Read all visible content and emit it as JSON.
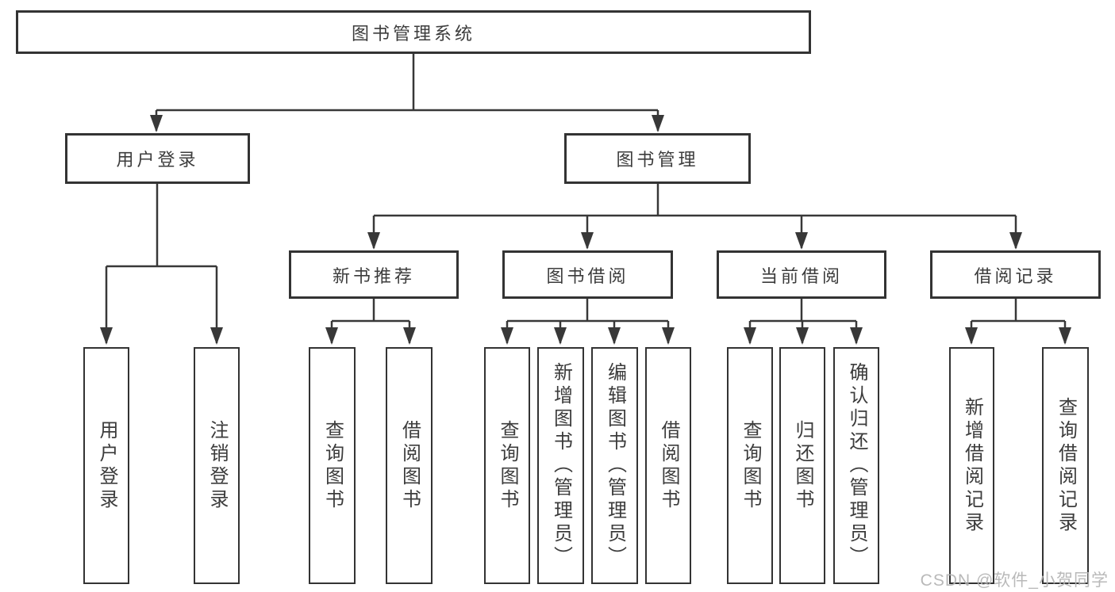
{
  "diagram": {
    "root": {
      "label": "图书管理系统"
    },
    "level2": [
      {
        "label": "用户登录"
      },
      {
        "label": "图书管理"
      }
    ],
    "level3": [
      {
        "label": "新书推荐"
      },
      {
        "label": "图书借阅"
      },
      {
        "label": "当前借阅"
      },
      {
        "label": "借阅记录"
      }
    ],
    "leaves": {
      "user_login": [
        "用户登录",
        "注销登录"
      ],
      "new_book_recommend": [
        "查询图书",
        "借阅图书"
      ],
      "book_borrow": [
        "查询图书",
        "新增图书（管理员）",
        "编辑图书（管理员）",
        "借阅图书"
      ],
      "current_borrow": [
        "查询图书",
        "归还图书",
        "确认归还（管理员）"
      ],
      "borrow_records": [
        "新增借阅记录",
        "查询借阅记录"
      ]
    }
  },
  "watermark": {
    "text": "CSDN @软件_小贺同学",
    "color": "#b4b4b4"
  },
  "colors": {
    "line": "#383838",
    "border": "#333333",
    "text": "#3c3c3c",
    "background": "#ffffff"
  }
}
